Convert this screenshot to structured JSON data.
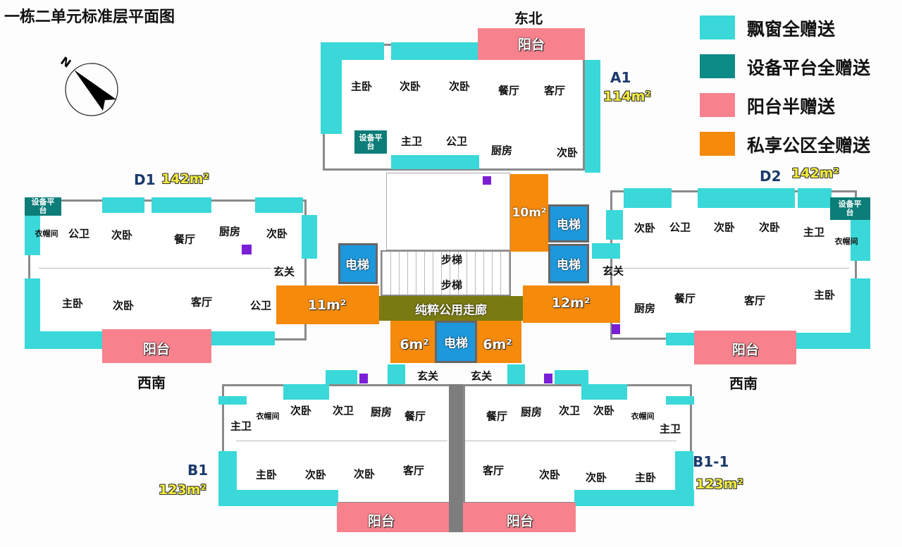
{
  "title": "一栋二单元标准层平面图",
  "compass": {
    "label": "N"
  },
  "directions": {
    "a1": "东北",
    "d1": "西南",
    "d2": "西南"
  },
  "legend": [
    {
      "label": "飘窗全赠送",
      "color": "#3ad8d8"
    },
    {
      "label": "设备平台全赠送",
      "color": "#0c8a86"
    },
    {
      "label": "阳台半赠送",
      "color": "#f7828e"
    },
    {
      "label": "私享公区全赠送",
      "color": "#f58a0b"
    }
  ],
  "units": {
    "a1": {
      "name": "A1",
      "area": "114m²",
      "rooms": [
        "主卧",
        "次卧",
        "次卧",
        "餐厅",
        "客厅",
        "主卫",
        "公卫",
        "厨房",
        "次卧",
        "设备平台",
        "阳台"
      ]
    },
    "d1": {
      "name": "D1",
      "area": "142m²",
      "rooms": [
        "设备平台",
        "衣帽间",
        "公卫",
        "次卧",
        "餐厅",
        "厨房",
        "次卧",
        "玄关",
        "主卧",
        "次卧",
        "客厅",
        "公卫",
        "阳台"
      ]
    },
    "d2": {
      "name": "D2",
      "area": "142m²",
      "rooms": [
        "次卧",
        "公卫",
        "次卧",
        "次卧",
        "主卫",
        "衣帽间",
        "设备平台",
        "玄关",
        "厨房",
        "餐厅",
        "客厅",
        "主卧",
        "阳台"
      ]
    },
    "b1": {
      "name": "B1",
      "area": "123m²",
      "rooms": [
        "次卧",
        "衣帽间",
        "次卫",
        "厨房",
        "餐厅",
        "主卫",
        "主卧",
        "次卧",
        "次卧",
        "客厅",
        "阳台",
        "玄关"
      ]
    },
    "b11": {
      "name": "B1-1",
      "area": "123m²",
      "rooms": [
        "餐厅",
        "厨房",
        "次卫",
        "次卧",
        "衣帽间",
        "主卫",
        "客厅",
        "次卧",
        "次卧",
        "主卧",
        "阳台",
        "玄关"
      ]
    }
  },
  "core": {
    "elevator": "电梯",
    "stairs": "步梯",
    "corridor": "纯粹公用走廊",
    "areas": {
      "north": "10m²",
      "west": "11m²",
      "east": "12m²",
      "south_left": "6m²",
      "south_right": "6m²"
    }
  }
}
